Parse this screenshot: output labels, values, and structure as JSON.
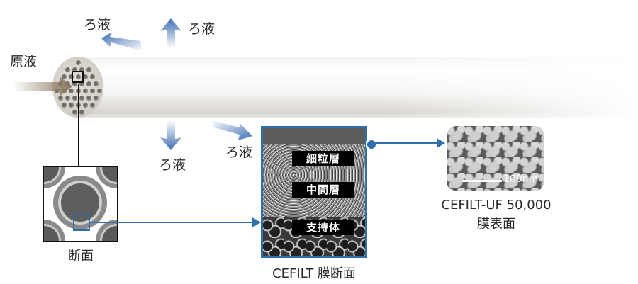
{
  "diagram": {
    "feed_label": "原液",
    "filtrate_labels": [
      "ろ液",
      "ろ液",
      "ろ液",
      "ろ液"
    ],
    "cross_section_label": "断面",
    "membrane_section": {
      "caption": "CEFILT 膜断面",
      "layers": [
        "細粒層",
        "中間層",
        "支持体"
      ]
    },
    "surface_image": {
      "caption_line1": "CEFILT-UF 50,000",
      "caption_line2": "膜表面",
      "scale_bar": "100nm"
    },
    "colors": {
      "accent_blue": "#2f6fac",
      "feed_arrow": "#8c7a63",
      "filtrate_arrow": "#3f6fb5"
    }
  }
}
